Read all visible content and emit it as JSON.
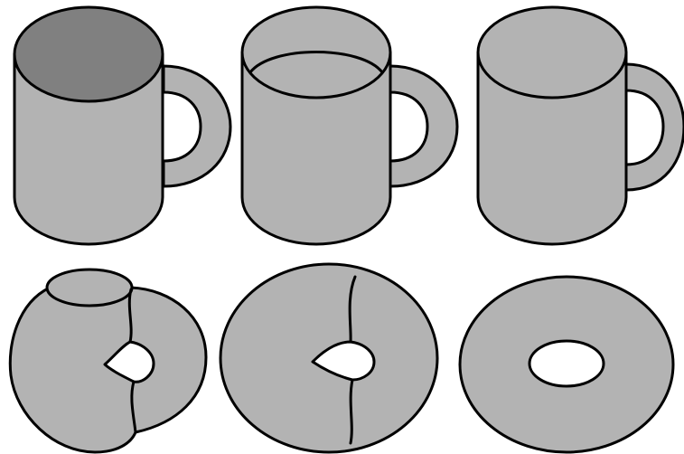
{
  "figure": {
    "rows": 2,
    "columns": 3,
    "stages": [
      {
        "shape": "mug",
        "interior": "open",
        "step": 1
      },
      {
        "shape": "mug",
        "interior": "filling",
        "step": 2
      },
      {
        "shape": "mug",
        "interior": "filled",
        "step": 3
      },
      {
        "shape": "deforming-mug",
        "step": 4
      },
      {
        "shape": "near-torus",
        "step": 5
      },
      {
        "shape": "torus",
        "step": 6
      }
    ]
  },
  "colors": {
    "body": "#b3b3b3",
    "interior": "#808080",
    "outline": "#000000",
    "background": "#ffffff"
  }
}
